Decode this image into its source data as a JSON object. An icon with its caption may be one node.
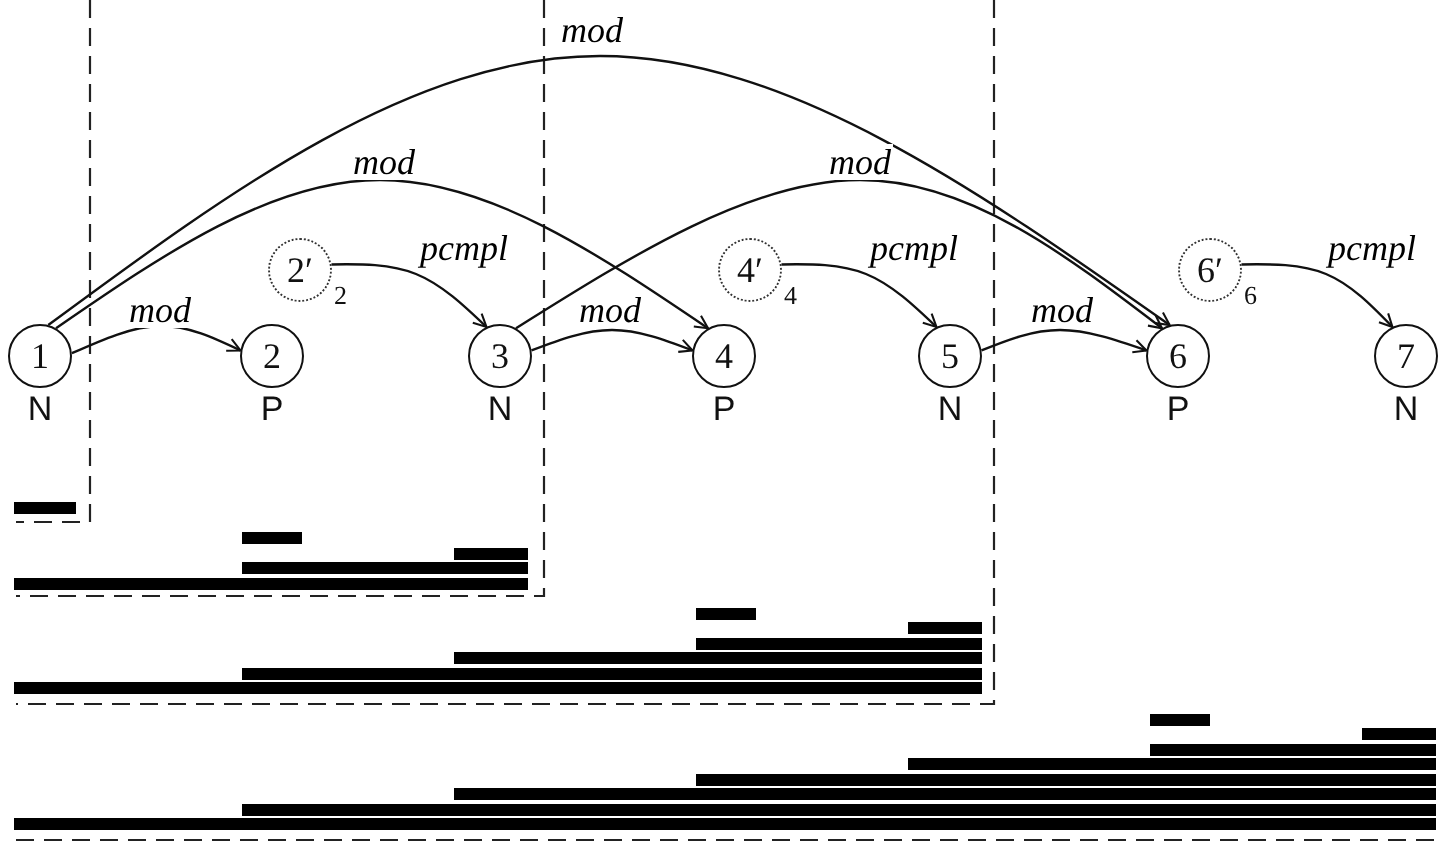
{
  "diagram": {
    "nodes": [
      {
        "text": [
          "1"
        ],
        "beside": [
          "N"
        ]
      },
      {
        "text": [
          "2"
        ],
        "beside": [
          "P"
        ]
      },
      {
        "text": [
          "3"
        ],
        "beside": [
          "N"
        ]
      },
      {
        "text": [
          "4"
        ],
        "beside": [
          "P"
        ]
      },
      {
        "text": [
          "5"
        ],
        "beside": [
          "N"
        ]
      },
      {
        "text": [
          "6"
        ],
        "beside": [
          "P"
        ]
      },
      {
        "text": [
          "7"
        ],
        "beside": [
          "N"
        ]
      },
      {
        "text": [
          "2′"
        ],
        "beside": [
          "2"
        ]
      },
      {
        "text": [
          "4′"
        ],
        "beside": [
          "4"
        ]
      },
      {
        "text": [
          "6′"
        ],
        "beside": [
          "6"
        ]
      }
    ],
    "edges": [
      {
        "from": 0,
        "to": 1,
        "arrow": "to",
        "label": "mod"
      },
      {
        "from": 7,
        "to": 2,
        "arrow": "to",
        "label": "pcmpl"
      },
      {
        "from": 2,
        "to": 3,
        "arrow": "to",
        "label": "mod"
      },
      {
        "from": 8,
        "to": 4,
        "arrow": "to",
        "label": "pcmpl"
      },
      {
        "from": 4,
        "to": 5,
        "arrow": "to",
        "label": "mod"
      },
      {
        "from": 9,
        "to": 6,
        "arrow": "to",
        "label": "pcmpl"
      },
      {
        "from": 0,
        "to": 3,
        "arrow": "to",
        "label": "mod"
      },
      {
        "from": 2,
        "to": 5,
        "arrow": "to",
        "label": "mod"
      },
      {
        "from": 0,
        "to": 5,
        "arrow": "to",
        "label": "mod"
      }
    ]
  }
}
